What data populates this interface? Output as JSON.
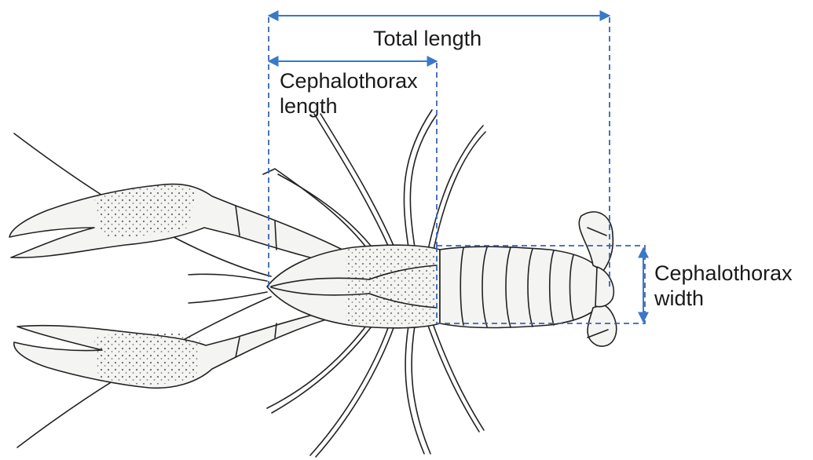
{
  "labels": {
    "total_length": "Total length",
    "cephalothorax_length_line1": "Cephalothorax",
    "cephalothorax_length_line2": "length",
    "cephalothorax_width_line1": "Cephalothorax",
    "cephalothorax_width_line2": "width"
  },
  "colors": {
    "measure_line": "#3a64b0",
    "arrow": "#3a78c9",
    "ink": "#222222"
  }
}
